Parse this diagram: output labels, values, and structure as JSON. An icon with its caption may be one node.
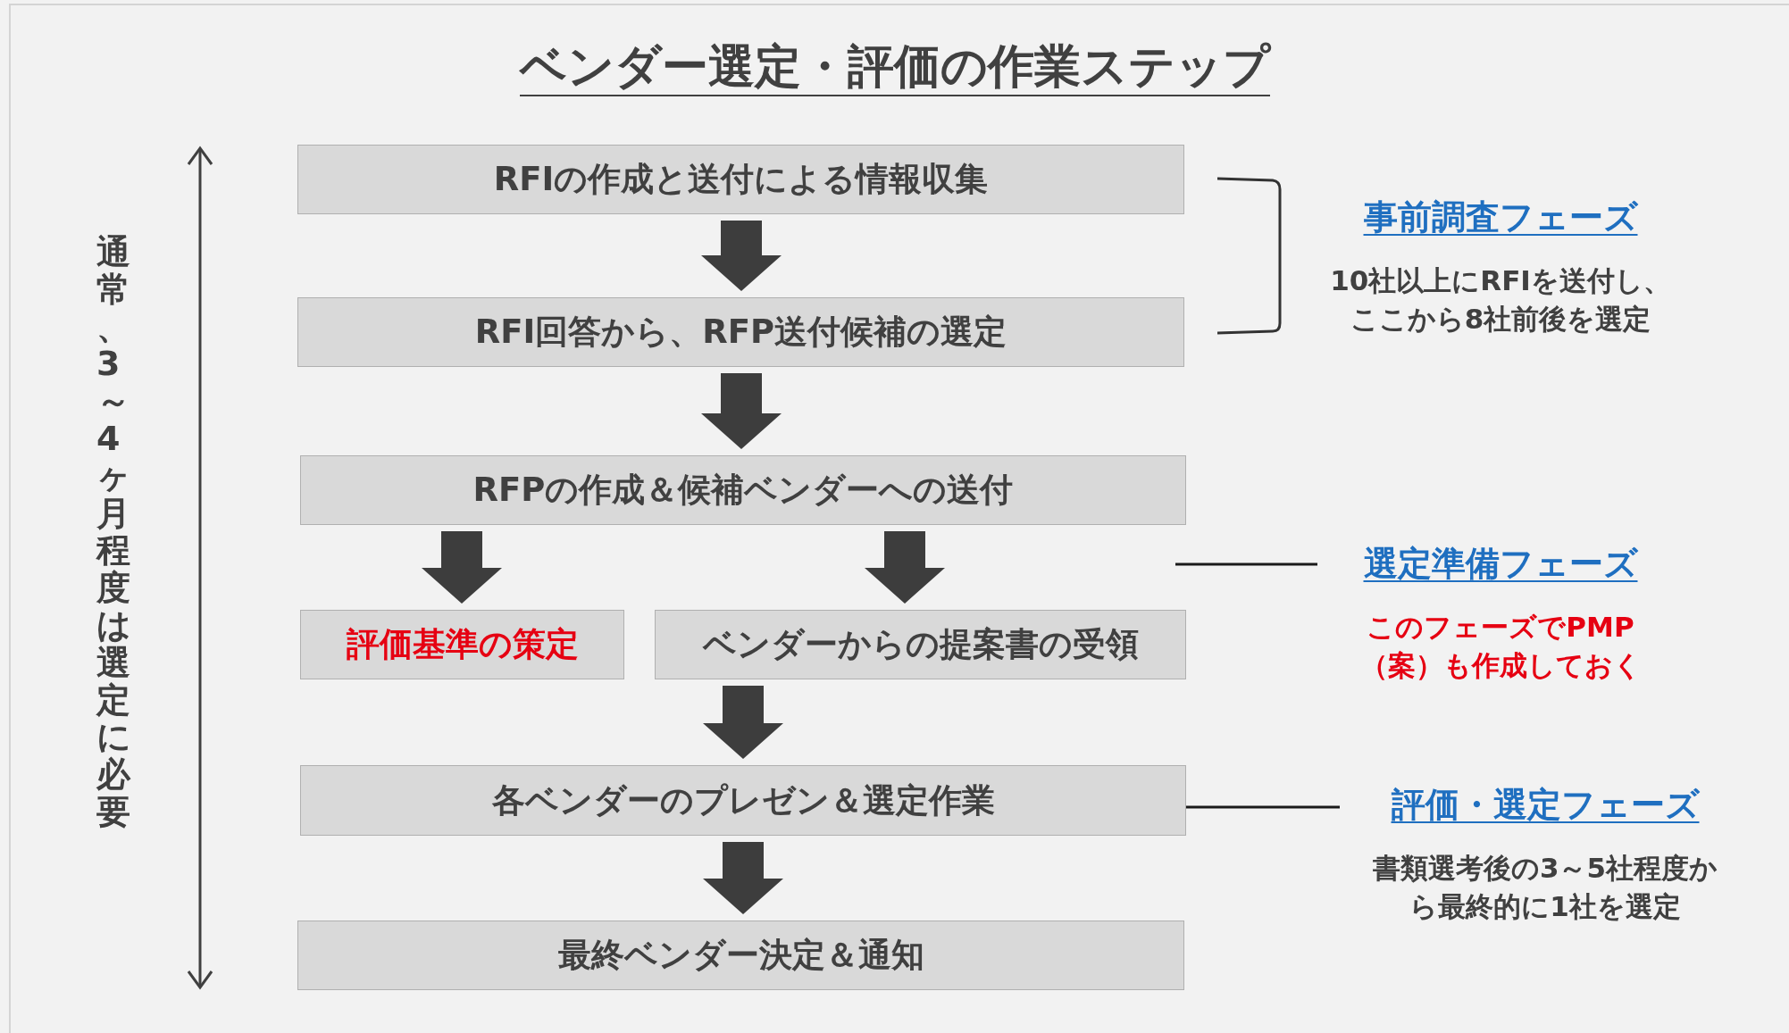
{
  "diagram": {
    "title": "ベンダー選定・評価の作業ステップ",
    "nodes": [
      {
        "text": [
          "RFIの作成と送付による情報収集"
        ]
      },
      {
        "text": [
          "RFI回答から、RFP送付候補の選定"
        ]
      },
      {
        "text": [
          "RFPの作成＆候補ベンダーへの送付"
        ]
      },
      {
        "text": [
          "評価基準の策定"
        ]
      },
      {
        "text": [
          "ベンダーからの提案書の受領"
        ]
      },
      {
        "text": [
          "各ベンダーのプレゼン＆選定作業"
        ]
      },
      {
        "text": [
          "最終ベンダー決定＆通知"
        ]
      },
      {
        "text": [
          "事前調査フェーズ",
          "10社以上にRFIを送付し、ここから8社前後を選定"
        ]
      },
      {
        "text": [
          "選定準備フェーズ",
          "このフェーズでPMP（案）も作成しておく"
        ]
      },
      {
        "text": [
          "評価・選定フェーズ",
          "書類選考後の3～5社程度から最終的に1社を選定"
        ]
      }
    ],
    "edges": [
      {
        "from": 0,
        "to": 1,
        "arrow": "to"
      },
      {
        "from": 1,
        "to": 2,
        "arrow": "to"
      },
      {
        "from": 2,
        "to": 3,
        "arrow": "to"
      },
      {
        "from": 2,
        "to": 4,
        "arrow": "to"
      },
      {
        "from": 4,
        "to": 5,
        "arrow": "to"
      },
      {
        "from": 5,
        "to": 6,
        "arrow": "to"
      },
      {
        "from": null,
        "to": 8,
        "arrow": "none"
      },
      {
        "from": 5,
        "to": 9,
        "arrow": "none"
      }
    ],
    "labels": [
      "通常、3～4ヶ月程度は選定に必要"
    ]
  }
}
